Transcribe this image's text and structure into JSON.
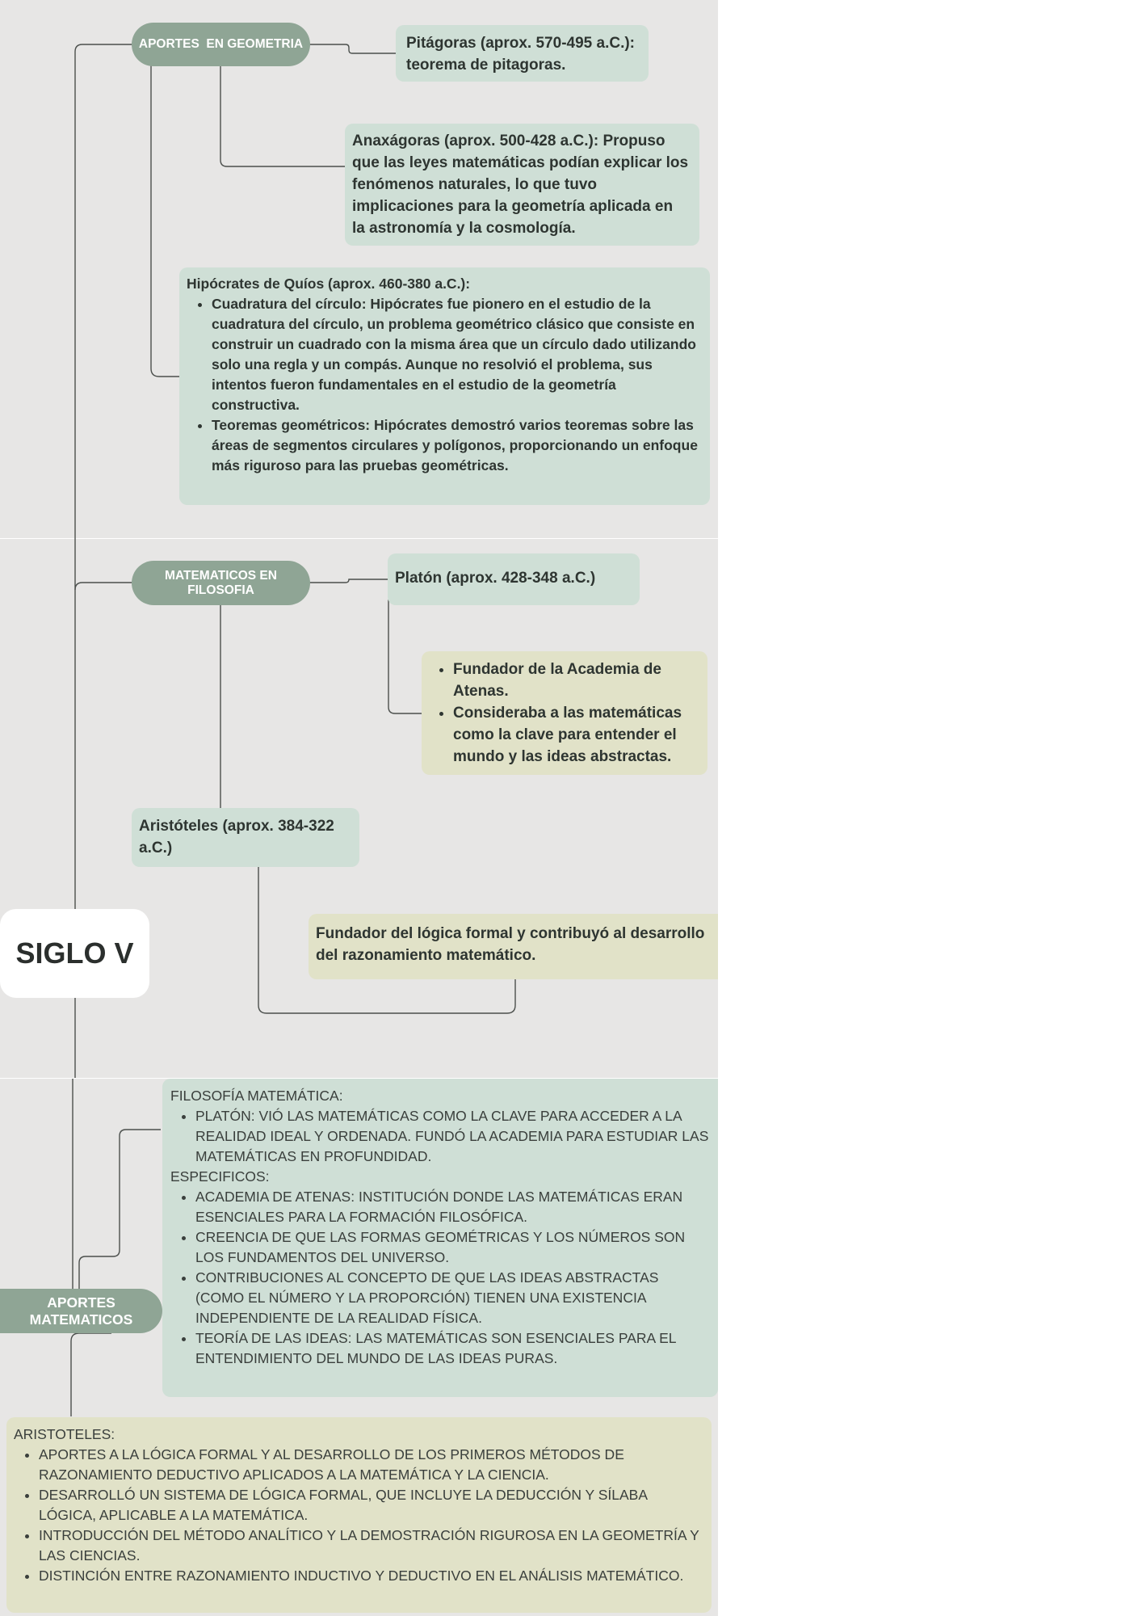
{
  "central_topic": "SIGLO V",
  "section_geometry": {
    "label": "APORTES  EN GEOMETRIA",
    "pitagoras": "Pitágoras (aprox. 570-495 a.C.): teorema de pitagoras.",
    "anaxagoras": "Anaxágoras (aprox. 500-428 a.C.): Propuso que las leyes matemáticas podían explicar los fenómenos naturales, lo que tuvo implicaciones para la geometría aplicada en la astronomía y la cosmología.",
    "hipocrates": {
      "heading": "Hipócrates de Quíos (aprox. 460-380 a.C.):",
      "items": [
        "Cuadratura del círculo: Hipócrates fue pionero en el estudio de la cuadratura del círculo, un problema geométrico clásico que consiste en construir un cuadrado con la misma área que un círculo dado utilizando solo una regla y un compás. Aunque no resolvió el problema, sus intentos fueron fundamentales en el estudio de la geometría constructiva.",
        "Teoremas geométricos: Hipócrates demostró varios teoremas sobre las áreas de segmentos circulares y polígonos, proporcionando un enfoque más riguroso para las pruebas geométricas."
      ]
    }
  },
  "section_philosophy": {
    "label": "MATEMATICOS EN FILOSOFIA",
    "platon": {
      "name": "Platón (aprox. 428-348 a.C.)",
      "items": [
        "Fundador de la Academia de Atenas.",
        "Consideraba a las matemáticas como la clave para entender el mundo y las ideas abstractas."
      ]
    },
    "aristoteles": {
      "name": "Aristóteles (aprox. 384-322 a.C.)",
      "detail": "Fundador del lógica formal y contribuyó al desarrollo del razonamiento matemático."
    }
  },
  "section_contributions": {
    "label": "APORTES MATEMATICOS",
    "filosofia": {
      "heading": "FILOSOFÍA MATEMÁTICA:",
      "items": [
        "PLATÓN: VIÓ LAS MATEMÁTICAS COMO LA CLAVE PARA ACCEDER A LA REALIDAD IDEAL Y ORDENADA. FUNDÓ LA ACADEMIA PARA ESTUDIAR LAS MATEMÁTICAS EN PROFUNDIDAD."
      ],
      "subheading": "ESPECIFICOS:",
      "sub_items": [
        "ACADEMIA DE ATENAS: INSTITUCIÓN DONDE LAS MATEMÁTICAS ERAN ESENCIALES PARA LA FORMACIÓN FILOSÓFICA.",
        "CREENCIA DE QUE LAS FORMAS GEOMÉTRICAS Y LOS NÚMEROS SON LOS FUNDAMENTOS DEL UNIVERSO.",
        "CONTRIBUCIONES AL CONCEPTO DE QUE LAS IDEAS ABSTRACTAS (COMO EL NÚMERO Y LA PROPORCIÓN) TIENEN UNA EXISTENCIA INDEPENDIENTE DE LA REALIDAD FÍSICA.",
        "TEORÍA DE LAS IDEAS: LAS MATEMÁTICAS SON ESENCIALES PARA EL ENTENDIMIENTO DEL MUNDO DE LAS IDEAS PURAS."
      ]
    },
    "aristoteles": {
      "heading": "ARISTOTELES:",
      "items": [
        "APORTES A LA LÓGICA FORMAL Y AL DESARROLLO DE LOS PRIMEROS MÉTODOS DE RAZONAMIENTO DEDUCTIVO APLICADOS A LA MATEMÁTICA Y LA CIENCIA.",
        "DESARROLLÓ UN SISTEMA DE LÓGICA FORMAL, QUE INCLUYE LA DEDUCCIÓN Y SÍLABA LÓGICA, APLICABLE A LA MATEMÁTICA.",
        "INTRODUCCIÓN DEL MÉTODO ANALÍTICO Y LA DEMOSTRACIÓN RIGUROSA EN LA GEOMETRÍA Y LAS CIENCIAS.",
        "DISTINCIÓN ENTRE RAZONAMIENTO INDUCTIVO Y DEDUCTIVO EN EL ANÁLISIS MATEMÁTICO."
      ]
    }
  }
}
